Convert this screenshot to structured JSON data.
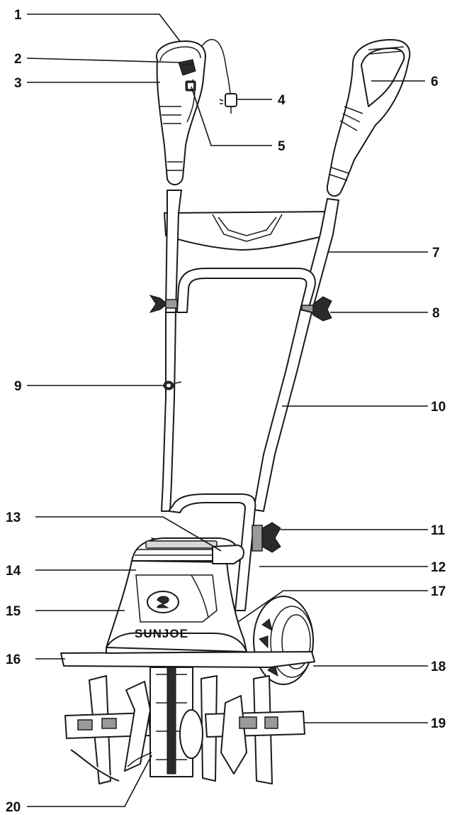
{
  "diagram": {
    "brand_text": "SUNJOE",
    "callouts": [
      {
        "id": "1",
        "text": "1"
      },
      {
        "id": "2",
        "text": "2"
      },
      {
        "id": "3",
        "text": "3"
      },
      {
        "id": "4",
        "text": "4"
      },
      {
        "id": "5",
        "text": "5"
      },
      {
        "id": "6",
        "text": "6"
      },
      {
        "id": "7",
        "text": "7"
      },
      {
        "id": "8",
        "text": "8"
      },
      {
        "id": "9",
        "text": "9"
      },
      {
        "id": "10",
        "text": "10"
      },
      {
        "id": "11",
        "text": "11"
      },
      {
        "id": "12",
        "text": "12"
      },
      {
        "id": "13",
        "text": "13"
      },
      {
        "id": "14",
        "text": "14"
      },
      {
        "id": "15",
        "text": "15"
      },
      {
        "id": "16",
        "text": "16"
      },
      {
        "id": "17",
        "text": "17"
      },
      {
        "id": "18",
        "text": "18"
      },
      {
        "id": "19",
        "text": "19"
      },
      {
        "id": "20",
        "text": "20"
      }
    ]
  }
}
